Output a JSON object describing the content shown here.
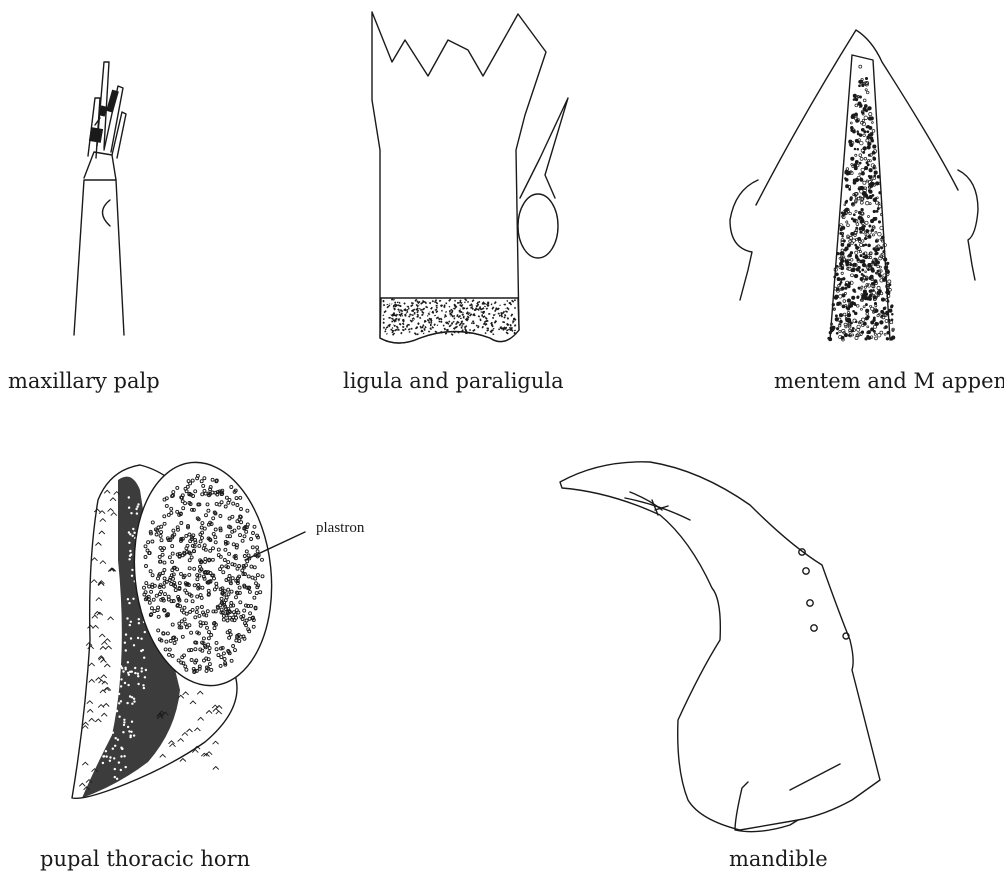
{
  "figures": [
    {
      "id": "maxillary-palp",
      "caption": "maxillary palp"
    },
    {
      "id": "ligula",
      "caption": "ligula and paraligula"
    },
    {
      "id": "mentum",
      "caption": "mentem and M appendage"
    },
    {
      "id": "pupal-horn",
      "caption": "pupal thoracic horn",
      "callout": "plastron"
    },
    {
      "id": "mandible",
      "caption": "mandible"
    }
  ]
}
